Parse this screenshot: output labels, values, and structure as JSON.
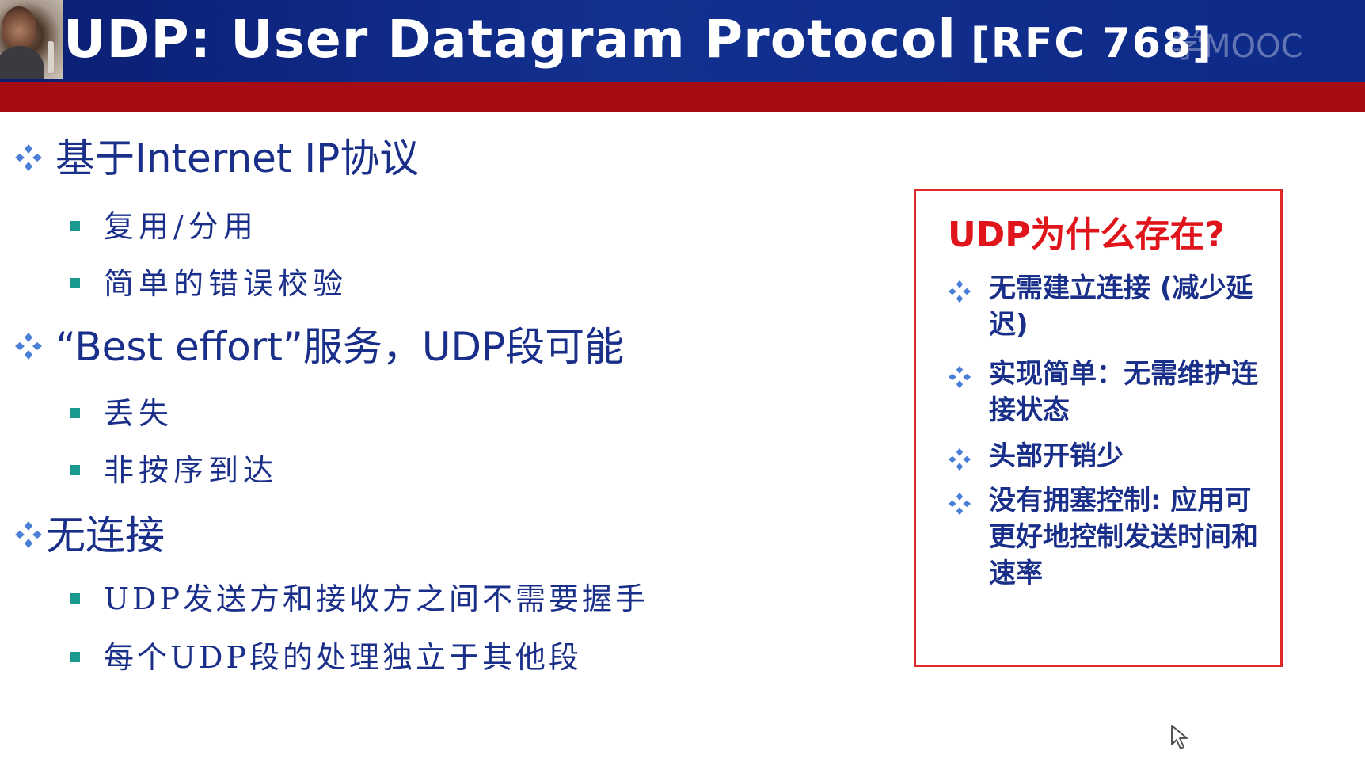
{
  "title": {
    "main": "UDP: User Datagram Protocol",
    "rfc": "[RFC 768]",
    "watermark": "学MOOC"
  },
  "bullets": [
    {
      "text": "基于Internet IP协议",
      "sub": [
        "复用/分用",
        "简单的错误校验"
      ]
    },
    {
      "text": "“Best effort”服务，UDP段可能",
      "sub": [
        "丢失",
        "非按序到达"
      ]
    },
    {
      "text": "无连接",
      "sub": [
        "UDP发送方和接收方之间不需要握手",
        "每个UDP段的处理独立于其他段"
      ]
    }
  ],
  "callout": {
    "title": "UDP为什么存在?",
    "items": [
      "无需建立连接 (减少延迟)",
      "实现简单：无需维护连接状态",
      "头部开销少",
      "没有拥塞控制: 应用可更好地控制发送时间和速率"
    ]
  },
  "colors": {
    "title_bar": "#12308f",
    "red_strip": "#a50d12",
    "text_blue": "#1a2f8a",
    "callout_red": "#e0141b",
    "bullet_teal": "#1a9a8e",
    "diamond_blue": "#4a7fd8"
  },
  "icons": {
    "level1_bullet": "four-diamond-icon",
    "level2_bullet": "square-bullet-icon",
    "cursor": "mouse-pointer-icon"
  }
}
